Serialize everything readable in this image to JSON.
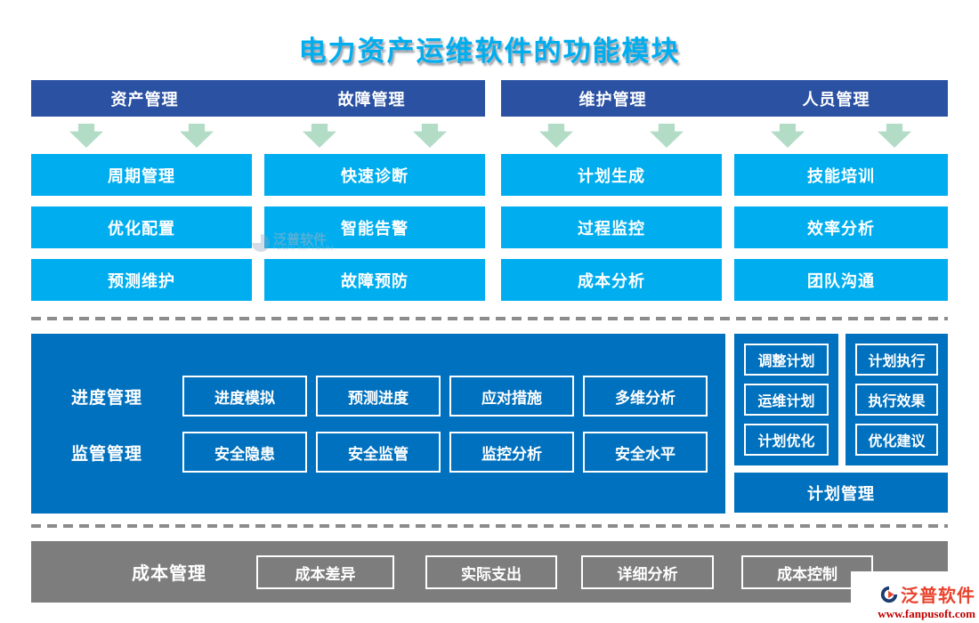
{
  "title": "电力资产运维软件的功能模块",
  "colors": {
    "title_cyan": "#00aeef",
    "header_blue": "#2b52a2",
    "feature_cyan": "#00aeef",
    "panel_blue": "#0071be",
    "arrow_green": "#b3dcc7",
    "cost_gray": "#7d7d7d",
    "logo_red": "#e8432d"
  },
  "top_sections": [
    {
      "header": "资产管理",
      "items": [
        "周期管理",
        "优化配置",
        "预测维护"
      ]
    },
    {
      "header": "故障管理",
      "items": [
        "快速诊断",
        "智能告警",
        "故障预防"
      ]
    },
    {
      "header": "维护管理",
      "items": [
        "计划生成",
        "过程监控",
        "成本分析"
      ]
    },
    {
      "header": "人员管理",
      "items": [
        "技能培训",
        "效率分析",
        "团队沟通"
      ]
    }
  ],
  "middle": {
    "rows": [
      {
        "label": "进度管理",
        "items": [
          "进度模拟",
          "预测进度",
          "应对措施",
          "多维分析"
        ]
      },
      {
        "label": "监管管理",
        "items": [
          "安全隐患",
          "安全监管",
          "监控分析",
          "安全水平"
        ]
      }
    ],
    "plan_columns": [
      {
        "items": [
          "调整计划",
          "运维计划",
          "计划优化"
        ]
      },
      {
        "items": [
          "计划执行",
          "执行效果",
          "优化建议"
        ]
      }
    ],
    "plan_footer": "计划管理"
  },
  "bottom": {
    "label": "成本管理",
    "items": [
      "成本差异",
      "实际支出",
      "详细分析",
      "成本控制"
    ]
  },
  "watermark": {
    "text": "泛普软件",
    "subtext": "FANPU SOFTWARE"
  },
  "logo": {
    "name": "泛普软件",
    "url": "www.fanpusoft.com"
  }
}
